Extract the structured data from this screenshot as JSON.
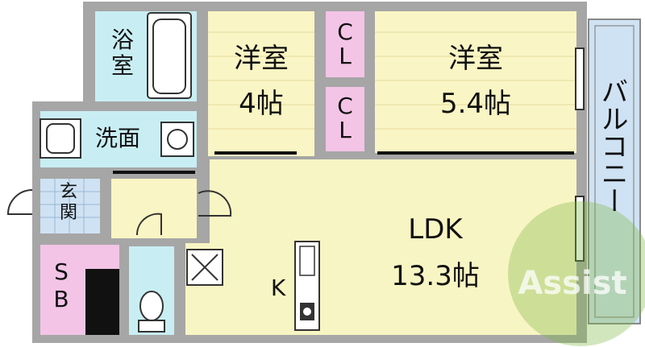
{
  "colors": {
    "wall": "#a6a6a6",
    "bath": "#c8eef3",
    "western_room": "#faf5c4",
    "closet": "#f3c4e6",
    "ldk": "#f8f5c4",
    "storage": "#f3c4e6",
    "entrance": "#cfe2f3",
    "balcony": "#cfe2f3",
    "watermark": "#7db645"
  },
  "rooms": {
    "bath": {
      "line1": "浴",
      "line2": "室"
    },
    "western_room_a": {
      "name": "洋室",
      "size": "4帖"
    },
    "western_room_b": {
      "name": "洋室",
      "size": "5.4帖"
    },
    "closet_a": {
      "line1": "C",
      "line2": "L"
    },
    "closet_b": {
      "line1": "C",
      "line2": "L"
    },
    "washroom": {
      "label": "洗面"
    },
    "entrance": {
      "line1": "玄",
      "line2": "関"
    },
    "shoe_box": {
      "line1": "S",
      "line2": "B"
    },
    "ldk": {
      "name": "LDK",
      "size": "13.3帖"
    },
    "kitchen": {
      "label": "K"
    },
    "balcony": {
      "label": "バルコニー"
    }
  },
  "watermark": {
    "text": "Assist"
  }
}
